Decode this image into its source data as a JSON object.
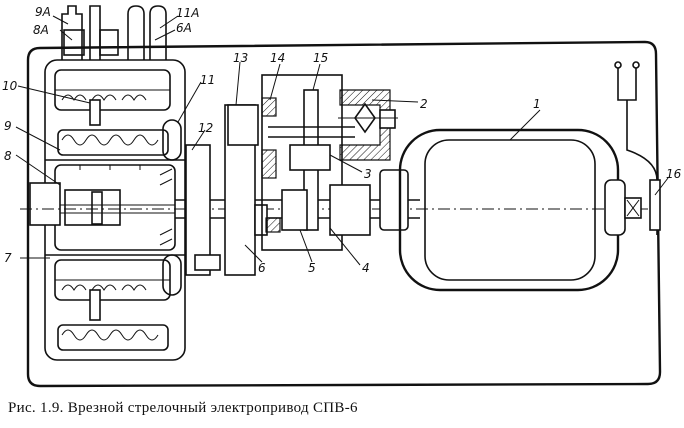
{
  "caption": "Рис. 1.9. Врезной стрелочный электропривод СПВ-6",
  "labels": {
    "l1": "1",
    "l2": "2",
    "l3": "3",
    "l4": "4",
    "l5": "5",
    "l6": "6",
    "l7": "7",
    "l8": "8",
    "l9": "9",
    "l10": "10",
    "l11": "11",
    "l12": "12",
    "l13": "13",
    "l14": "14",
    "l15": "15",
    "l16": "16",
    "l6A": "6A",
    "l8A": "8A",
    "l9A": "9A",
    "l11A": "11A"
  }
}
